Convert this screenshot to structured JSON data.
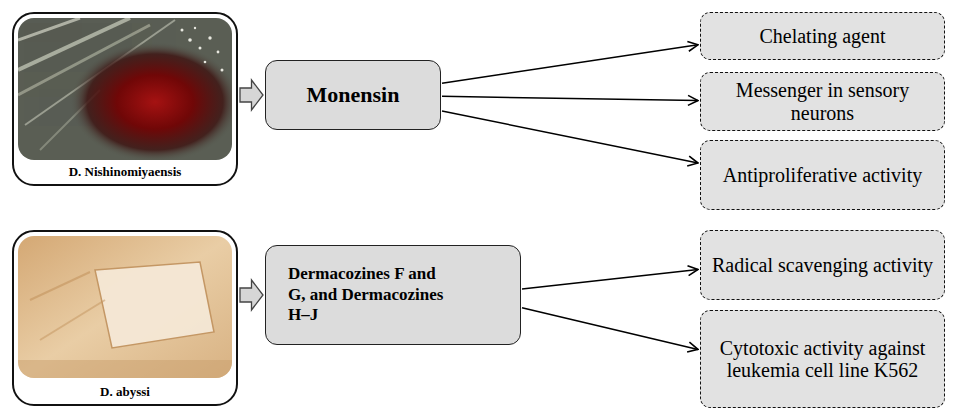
{
  "diagram": {
    "nodes": [
      {
        "text": [
          "D. Nishinomiyaensis"
        ]
      },
      {
        "text": [
          "Monensin"
        ]
      },
      {
        "text": [
          "Chelating agent"
        ]
      },
      {
        "text": [
          "Messenger in sensory neurons"
        ]
      },
      {
        "text": [
          "Antiproliferative activity"
        ]
      },
      {
        "text": [
          "D. abyssi"
        ]
      },
      {
        "text": [
          "Dermacozines F and G, and Dermacozines H–J"
        ]
      },
      {
        "text": [
          "Radical scavenging activity"
        ]
      },
      {
        "text": [
          "Cytotoxic activity against leukemia cell line K562"
        ]
      }
    ],
    "edges": [
      {
        "from": 0,
        "to": 1,
        "arrow": "to"
      },
      {
        "from": 1,
        "to": 2,
        "arrow": "to"
      },
      {
        "from": 1,
        "to": 3,
        "arrow": "to"
      },
      {
        "from": 1,
        "to": 4,
        "arrow": "to"
      },
      {
        "from": 5,
        "to": 6,
        "arrow": "to"
      },
      {
        "from": 6,
        "to": 7,
        "arrow": "to"
      },
      {
        "from": 6,
        "to": 8,
        "arrow": "to"
      }
    ]
  }
}
